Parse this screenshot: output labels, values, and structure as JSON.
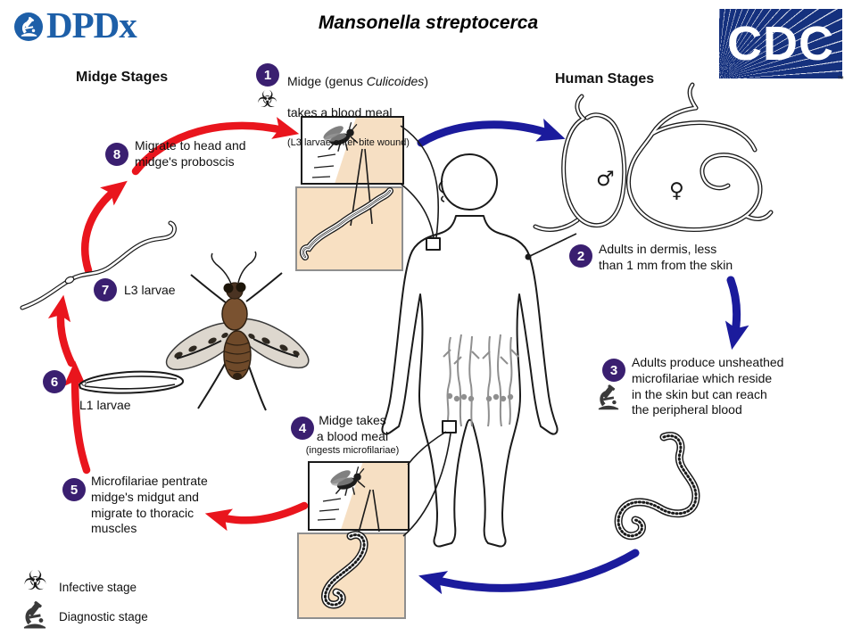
{
  "logo": {
    "dpdx": "DPDx",
    "cdc": "CDC",
    "tm": "™"
  },
  "title": "Mansonella streptocerca",
  "headings": {
    "midge": "Midge Stages",
    "human": "Human Stages"
  },
  "stages": {
    "s1": {
      "num": "1",
      "line1_pre": "Midge (genus ",
      "line1_italic": "Culicoides",
      "line1_post": ")",
      "line2": "takes a blood meal",
      "sub": "(L3 larvae enter bite wound)"
    },
    "s2": {
      "num": "2",
      "text": "Adults in dermis, less\nthan 1 mm from the skin"
    },
    "s3": {
      "num": "3",
      "text": "Adults produce unsheathed\nmicrofilariae which reside\nin the skin but can reach\nthe peripheral blood"
    },
    "s4": {
      "num": "4",
      "line1": "Midge takes",
      "line2": "a blood meal",
      "sub": "(ingests microfilariae)"
    },
    "s5": {
      "num": "5",
      "text": "Microfilariae pentrate\nmidge's midgut and\nmigrate to thoracic\nmuscles"
    },
    "s6": {
      "num": "6",
      "label": "L1 larvae"
    },
    "s7": {
      "num": "7",
      "label": "L3 larvae"
    },
    "s8": {
      "num": "8",
      "text": "Migrate to head and\nmidge's proboscis"
    }
  },
  "legend": {
    "infective": "Infective stage",
    "diagnostic": "Diagnostic stage"
  },
  "symbols": {
    "male": "♂",
    "female": "♀",
    "biohazard": "☣"
  },
  "colors": {
    "stage_circle": "#3A1F70",
    "red_arrow": "#E9151D",
    "blue_arrow": "#1B1B9C",
    "cdc_blue": "#15317E",
    "dpdx_blue": "#1D5FA8",
    "peach": "#F8E0C2"
  }
}
